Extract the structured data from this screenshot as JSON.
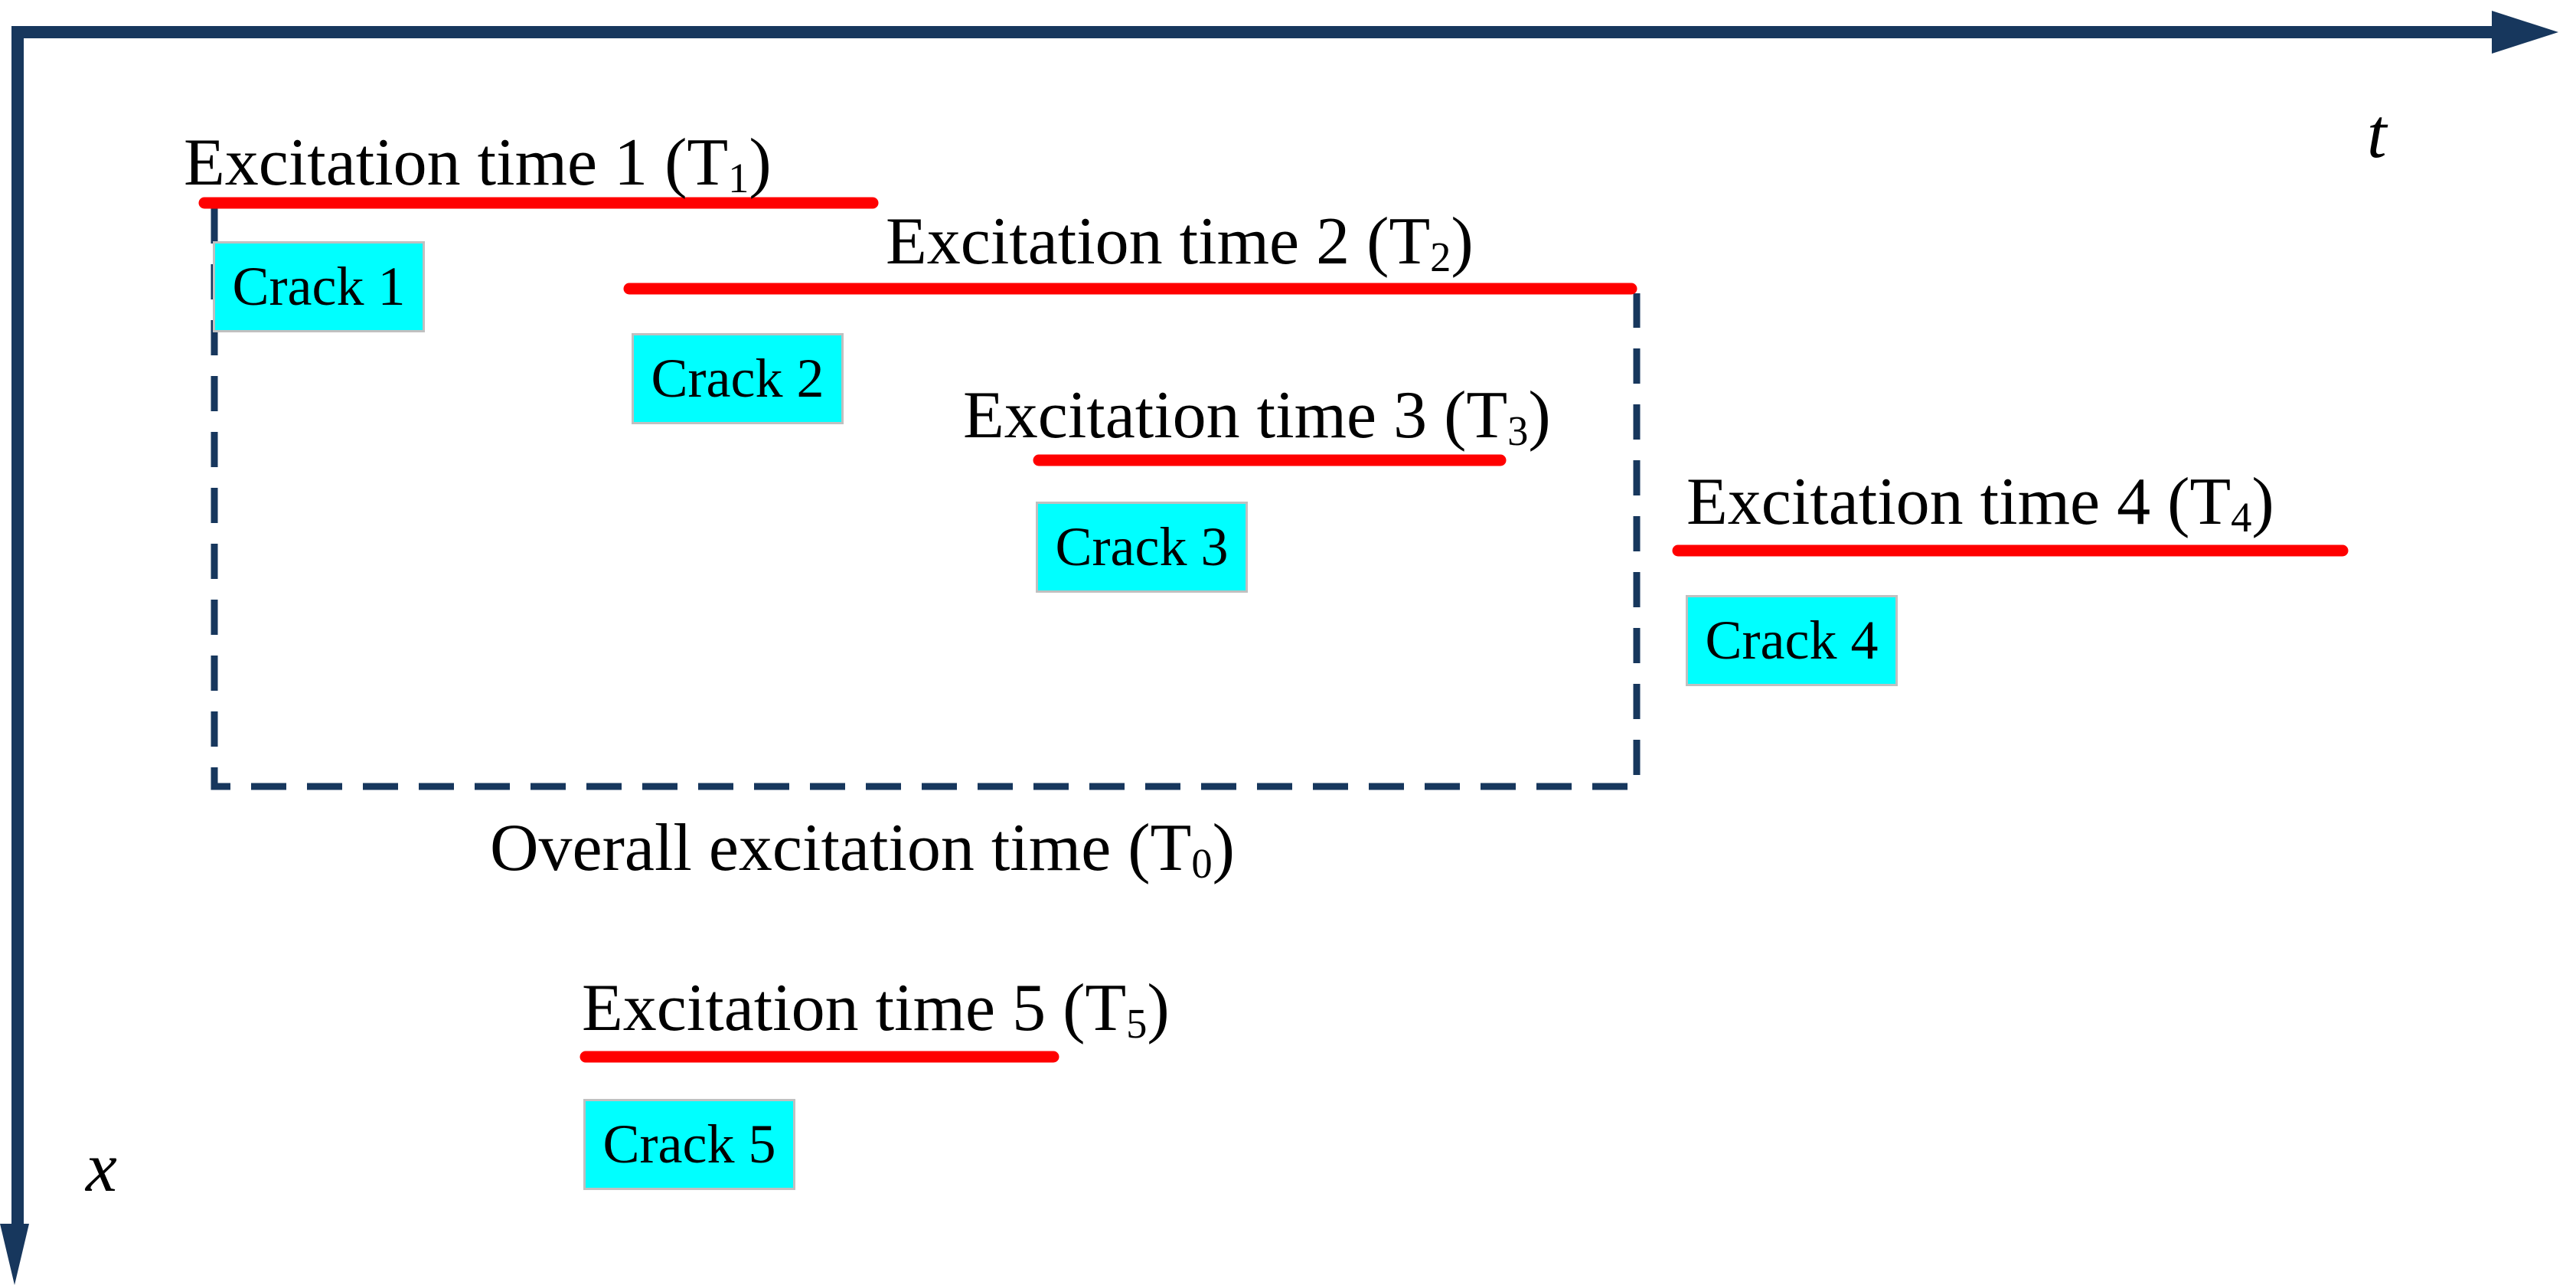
{
  "figure": {
    "description": "Space-time diagram of sequential excitation times and detected cracks",
    "axes": {
      "t_label": "t",
      "x_label": "x"
    }
  },
  "colors": {
    "axis": "#17375D",
    "excitation_line": "#FF0000",
    "crack_fill": "#00FFFF",
    "crack_border": "#C0C0C0",
    "dashed_box": "#17375D",
    "text": "#000000"
  },
  "excitations": [
    {
      "label_prefix": "Excitation time 1 (T",
      "label_sub": "1",
      "label_suffix": ")"
    },
    {
      "label_prefix": "Excitation time 2 (T",
      "label_sub": "2",
      "label_suffix": ")"
    },
    {
      "label_prefix": "Excitation time 3 (T",
      "label_sub": "3",
      "label_suffix": ")"
    },
    {
      "label_prefix": "Excitation time 4 (T",
      "label_sub": "4",
      "label_suffix": ")"
    },
    {
      "label_prefix": "Excitation time 5 (T",
      "label_sub": "5",
      "label_suffix": ")"
    }
  ],
  "overall": {
    "label_prefix": "Overall excitation time (T",
    "label_sub": "0",
    "label_suffix": ")"
  },
  "cracks": [
    {
      "label": "Crack 1"
    },
    {
      "label": "Crack 2"
    },
    {
      "label": "Crack 3"
    },
    {
      "label": "Crack 4"
    },
    {
      "label": "Crack 5"
    }
  ]
}
